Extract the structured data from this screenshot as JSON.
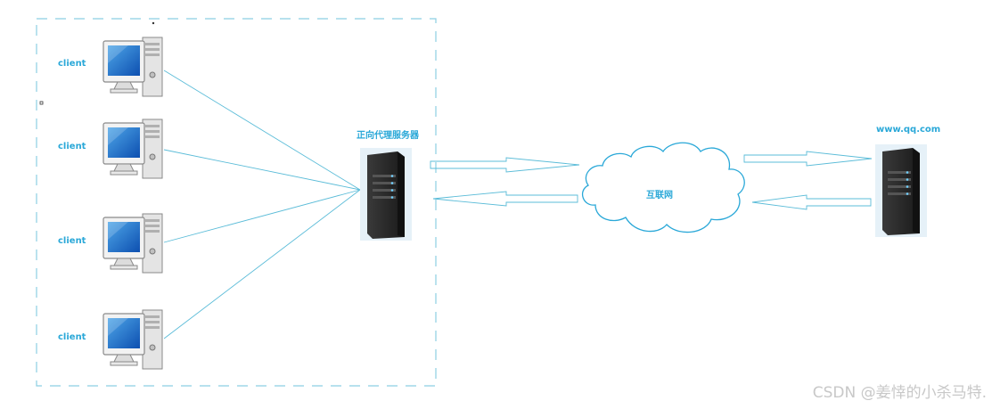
{
  "clients": [
    {
      "label": "client"
    },
    {
      "label": "client"
    },
    {
      "label": "client"
    },
    {
      "label": "client"
    }
  ],
  "proxy": {
    "label": "正向代理服务器"
  },
  "internet": {
    "label": "互联网"
  },
  "target": {
    "label": "www.qq.com"
  },
  "watermark": "CSDN @姜悻的小杀马特.",
  "colors": {
    "line": "#5bbcd8",
    "label": "#2aa8d8",
    "cloud": "#2aa8d8",
    "dash": "#8ccfe3"
  }
}
